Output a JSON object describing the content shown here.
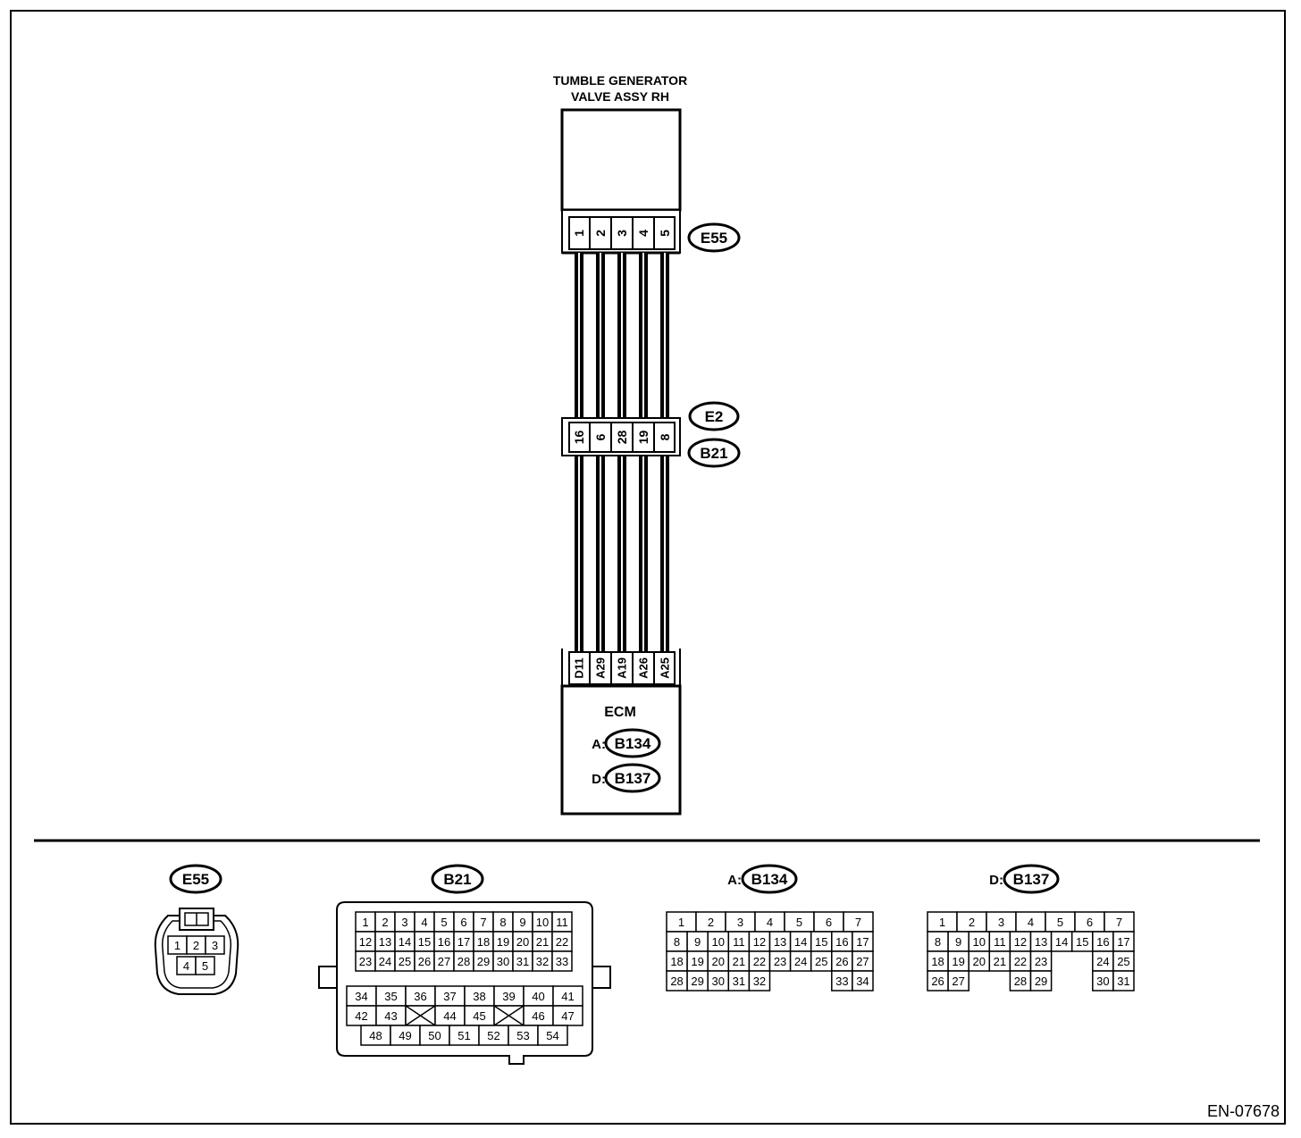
{
  "component_title_line1": "TUMBLE GENERATOR",
  "component_title_line2": "VALVE ASSY RH",
  "connectors": {
    "e55": "E55",
    "e2": "E2",
    "b21": "B21",
    "b134": "B134",
    "b137": "B137"
  },
  "e55_pins": [
    "1",
    "2",
    "3",
    "4",
    "5"
  ],
  "junction_pins": [
    "16",
    "6",
    "28",
    "19",
    "8"
  ],
  "ecm_pins": [
    "D11",
    "A29",
    "A19",
    "A26",
    "A25"
  ],
  "ecm": {
    "title": "ECM",
    "prefix_a": "A:",
    "prefix_d": "D:"
  },
  "e55_face": {
    "rows": [
      [
        "1",
        "2",
        "3"
      ],
      [
        "4",
        "5"
      ]
    ]
  },
  "b21_face": {
    "rows": [
      [
        "1",
        "2",
        "3",
        "4",
        "5",
        "6",
        "7",
        "8",
        "9",
        "10",
        "11"
      ],
      [
        "12",
        "13",
        "14",
        "15",
        "16",
        "17",
        "18",
        "19",
        "20",
        "21",
        "22"
      ],
      [
        "23",
        "24",
        "25",
        "26",
        "27",
        "28",
        "29",
        "30",
        "31",
        "32",
        "33"
      ],
      [
        "34",
        "35",
        "36",
        "37",
        "38",
        "39",
        "40",
        "41"
      ],
      [
        "42",
        "43",
        "",
        "44",
        "45",
        "",
        "46",
        "47"
      ],
      [
        "48",
        "49",
        "50",
        "51",
        "52",
        "53",
        "54"
      ]
    ]
  },
  "b134_face": {
    "rows": [
      [
        "1",
        "2",
        "3",
        "4",
        "5",
        "6",
        "7"
      ],
      [
        "8",
        "9",
        "10",
        "11",
        "12",
        "13",
        "14",
        "15",
        "16",
        "17"
      ],
      [
        "18",
        "19",
        "20",
        "21",
        "22",
        "23",
        "24",
        "25",
        "26",
        "27"
      ],
      [
        "28",
        "29",
        "30",
        "31",
        "32",
        "",
        "",
        "",
        "33",
        "34"
      ]
    ]
  },
  "b137_face": {
    "rows": [
      [
        "1",
        "2",
        "3",
        "4",
        "5",
        "6",
        "7"
      ],
      [
        "8",
        "9",
        "10",
        "11",
        "12",
        "13",
        "14",
        "15",
        "16",
        "17"
      ],
      [
        "18",
        "19",
        "20",
        "21",
        "22",
        "23",
        "",
        "24",
        "25"
      ],
      [
        "26",
        "27",
        "",
        "28",
        "29",
        "",
        "30",
        "31"
      ]
    ]
  },
  "figure_id": "EN-07678"
}
